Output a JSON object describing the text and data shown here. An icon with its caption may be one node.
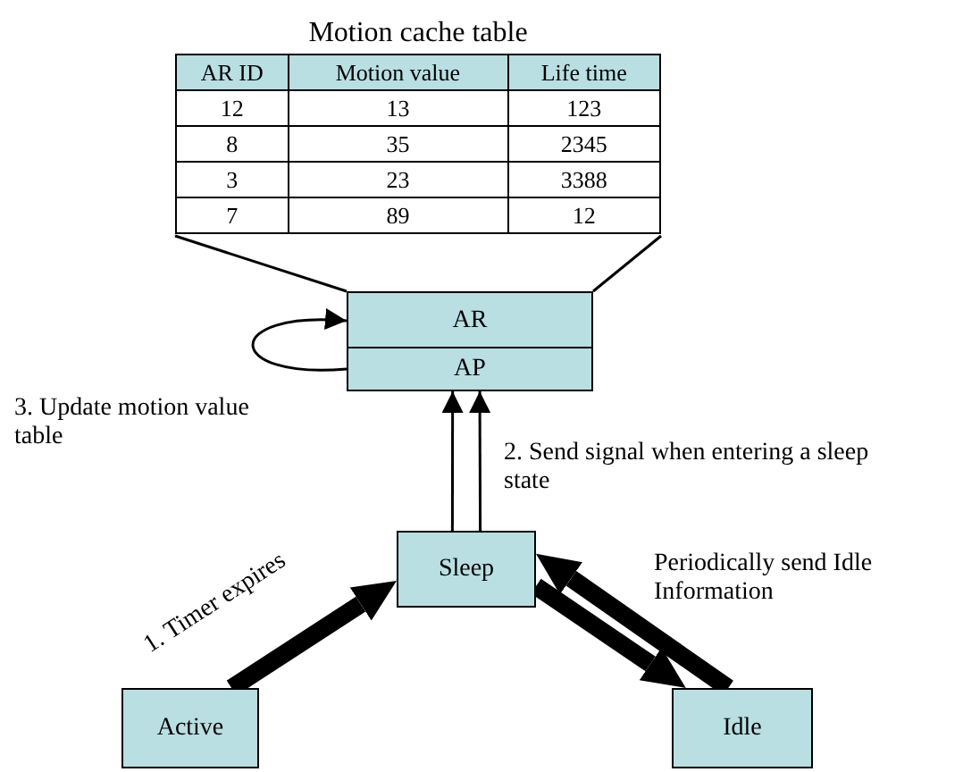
{
  "diagram": {
    "nodes": [
      {
        "text": [
          "Motion cache table"
        ]
      },
      {
        "text": [
          "AR"
        ]
      },
      {
        "text": [
          "AP"
        ]
      },
      {
        "text": [
          "Sleep"
        ]
      },
      {
        "text": [
          "Active"
        ]
      },
      {
        "text": [
          "Idle"
        ]
      }
    ],
    "edges": [
      {
        "from": 0,
        "to": 1,
        "arrow": "none"
      },
      {
        "from": 0,
        "to": 1,
        "arrow": "none"
      },
      {
        "from": 2,
        "to": 1,
        "arrow": "to",
        "label": "3. Update motion value table"
      },
      {
        "from": 3,
        "to": 2,
        "arrow": "to"
      },
      {
        "from": 3,
        "to": 2,
        "arrow": "to",
        "label": "2. Send signal when entering a sleep state"
      },
      {
        "from": 4,
        "to": 3,
        "arrow": "to",
        "style": "thick",
        "label": "1. Timer expires"
      },
      {
        "from": 3,
        "to": 5,
        "arrow": "to",
        "style": "thick"
      },
      {
        "from": 5,
        "to": 3,
        "arrow": "to",
        "style": "thick",
        "label": "Periodically send Idle Information"
      }
    ],
    "labels": [
      "AR ID",
      "Motion value",
      "Life time",
      "12",
      "13",
      "123",
      "8",
      "35",
      "2345",
      "3",
      "23",
      "3388",
      "7",
      "89",
      "12"
    ]
  }
}
